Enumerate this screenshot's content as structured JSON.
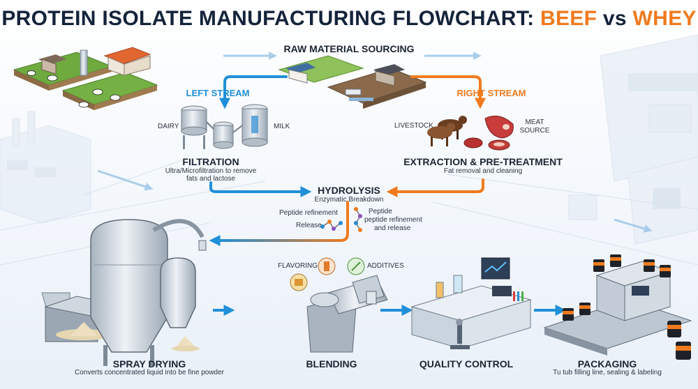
{
  "title": {
    "prefix": "PROTEIN ISOLATE MANUFACTURING FLOWCHART: ",
    "beef": "BEEF",
    "vs": " vs ",
    "whey": "WHEY"
  },
  "sourcing": {
    "title": "RAW MATERIAL SOURCING"
  },
  "left_stream": {
    "label": "LEFT STREAM",
    "dairy": "DAIRY",
    "milk": "MILK",
    "stage": "FILTRATION",
    "desc_line1": "Ultra/Microfiltration to remove",
    "desc_line2": "fats and lactose"
  },
  "right_stream": {
    "label": "RIGHT STREAM",
    "livestock": "LIVESTOCK",
    "meat_line1": "MEAT",
    "meat_line2": "SOURCE",
    "stage": "EXTRACTION & PRE-TREATMENT",
    "desc": "Fat removal and cleaning"
  },
  "hydrolysis": {
    "stage": "HYDROLYSIS",
    "desc": "Enzymatic Breakdown",
    "left_label1": "Peptide refinement",
    "left_label2": "Release",
    "right_label1": "Peptide",
    "right_label2": "peptide refinement",
    "right_label3": "and release"
  },
  "spray_drying": {
    "stage": "SPRAY DRYING",
    "desc": "Converts concentrated liquid into be fine powder"
  },
  "blending": {
    "stage": "BLENDING",
    "flavoring": "FLAVORING",
    "additives": "ADDITIVES"
  },
  "quality": {
    "stage": "QUALITY CONTROL"
  },
  "packaging": {
    "stage": "PACKAGING",
    "desc": "Tu tub filling line, sealing & labeling"
  },
  "colors": {
    "left_stream": "#1f8fd8",
    "right_stream": "#f07a1d",
    "title": "#14233a",
    "accent": "#f07a1d"
  }
}
